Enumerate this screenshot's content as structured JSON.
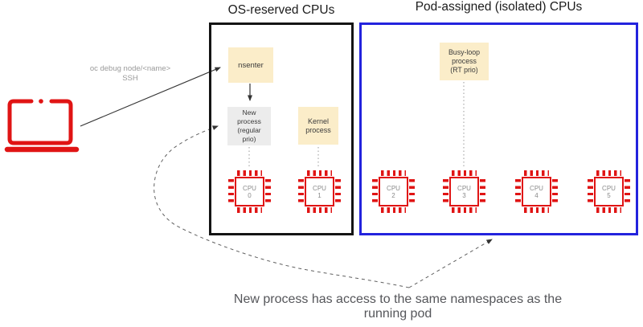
{
  "diagram": {
    "title_os": "OS-reserved CPUs",
    "title_pod": "Pod-assigned (isolated) CPUs",
    "ssh_label": {
      "line1": "oc debug node/<name>",
      "line2": "SSH"
    },
    "caption": {
      "line1": "New process has access to the same namespaces as the",
      "line2": "running pod"
    },
    "nodes": {
      "nsenter": {
        "label": "nsenter"
      },
      "new_process": {
        "line1": "New",
        "line2": "process",
        "line3": "(regular",
        "line4": "prio)"
      },
      "kernel_process": {
        "line1": "Kernel",
        "line2": "process"
      },
      "busy_loop": {
        "line1": "Busy-loop",
        "line2": "process",
        "line3": "(RT prio)"
      }
    },
    "cpus": [
      {
        "label": "CPU",
        "num": "0",
        "group": "os-reserved"
      },
      {
        "label": "CPU",
        "num": "1",
        "group": "os-reserved"
      },
      {
        "label": "CPU",
        "num": "2",
        "group": "pod-assigned"
      },
      {
        "label": "CPU",
        "num": "3",
        "group": "pod-assigned"
      },
      {
        "label": "CPU",
        "num": "4",
        "group": "pod-assigned"
      },
      {
        "label": "CPU",
        "num": "5",
        "group": "pod-assigned"
      }
    ],
    "colors": {
      "red": "#e01414",
      "blue": "#2323dd",
      "cream": "#fbedc9",
      "gray_box": "#ececec",
      "black_border": "#141414",
      "text_gray": "#55565a"
    }
  }
}
